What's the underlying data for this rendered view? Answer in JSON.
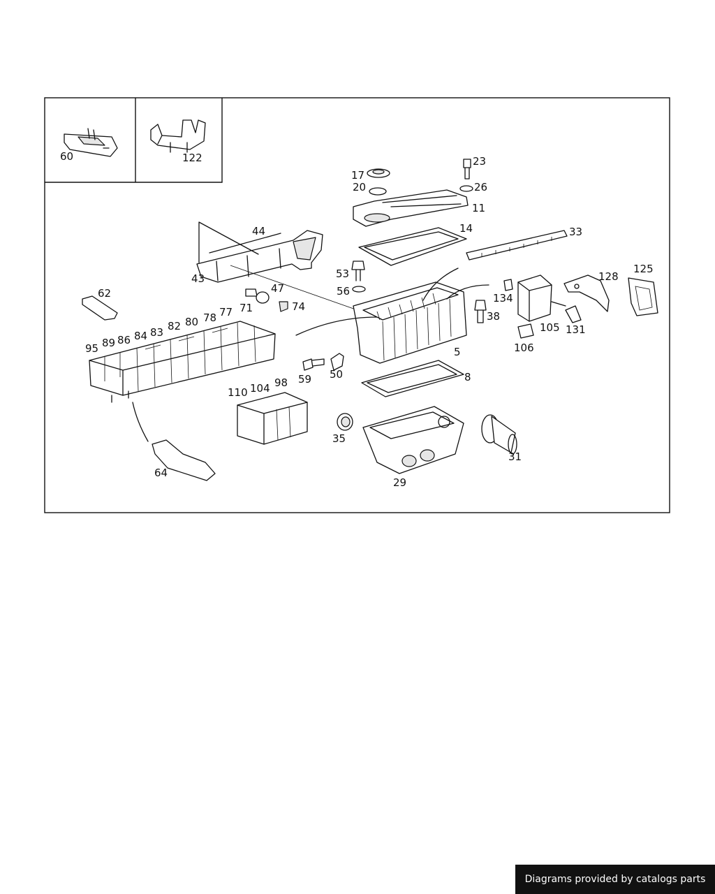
{
  "footer": {
    "credit_text": "Diagrams provided by catalogs parts"
  },
  "labels": [
    "60",
    "122",
    "17",
    "20",
    "23",
    "26",
    "11",
    "44",
    "14",
    "33",
    "43",
    "53",
    "56",
    "62",
    "47",
    "71",
    "74",
    "134",
    "105",
    "131",
    "128",
    "125",
    "106",
    "38",
    "5",
    "95",
    "89",
    "86",
    "84",
    "83",
    "82",
    "80",
    "78",
    "77",
    "59",
    "50",
    "8",
    "110",
    "104",
    "98",
    "35",
    "31",
    "29",
    "64"
  ]
}
